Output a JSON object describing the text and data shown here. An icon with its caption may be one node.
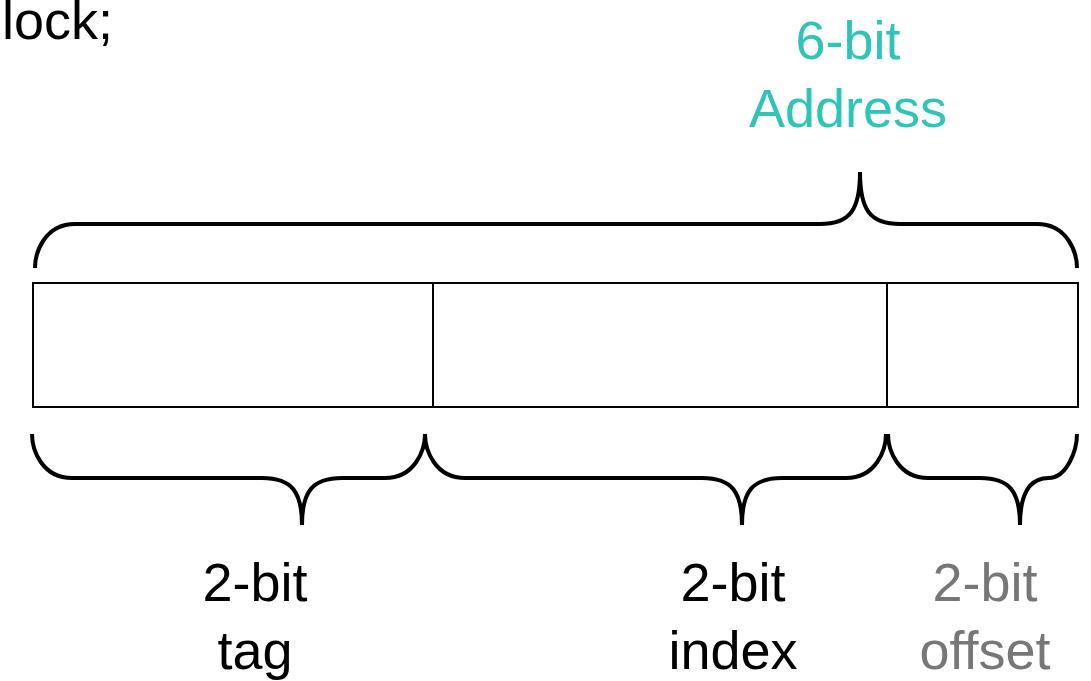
{
  "diagram": {
    "nodes": [
      {
        "text": [],
        "shape": "box"
      },
      {
        "text": [],
        "shape": "box"
      },
      {
        "text": [],
        "shape": "box"
      }
    ],
    "labels": [
      "lock;",
      "6-bit Address",
      "2-bit tag",
      "2-bit index",
      "2-bit offset"
    ]
  }
}
